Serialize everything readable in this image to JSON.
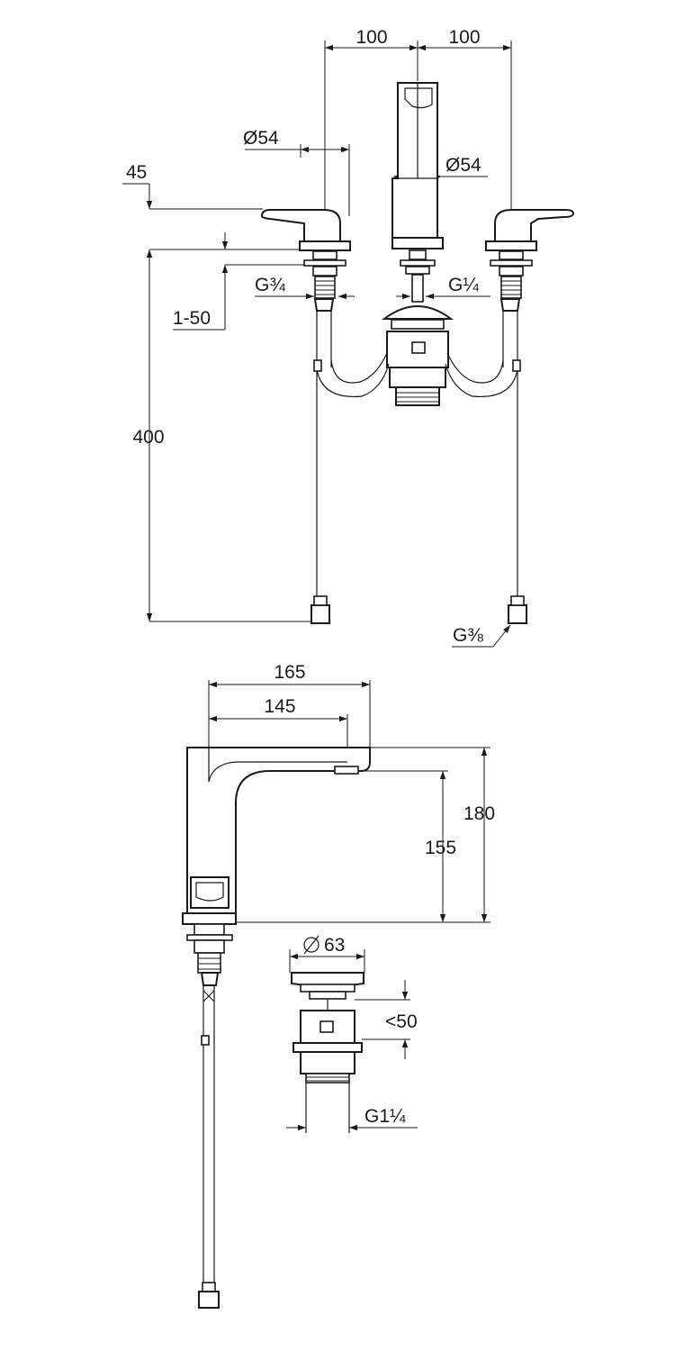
{
  "top_view": {
    "dim_spacing_left": "100",
    "dim_spacing_right": "100",
    "dim_handle_diameter": "Ø54",
    "dim_spout_diameter": "Ø54",
    "dim_handle_height": "45",
    "dim_adjust_range": "1-50",
    "dim_hose_length": "400",
    "thread_valve": "G¾",
    "thread_waste_rod": "G¼",
    "thread_hose": "G⅜"
  },
  "side_view": {
    "dim_projection": "165",
    "dim_outlet_projection": "145",
    "dim_total_height": "180",
    "dim_outlet_height": "155",
    "dim_waste_diameter": "63",
    "dim_waste_lift": "<50",
    "thread_waste": "G1¼"
  }
}
